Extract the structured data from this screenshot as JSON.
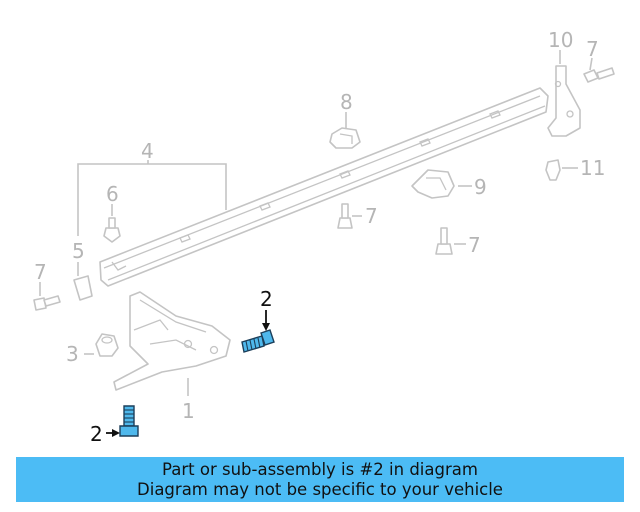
{
  "diagram": {
    "callouts": [
      {
        "id": "c10",
        "text": "10",
        "highlighted": false
      },
      {
        "id": "c7a",
        "text": "7",
        "highlighted": false
      },
      {
        "id": "c8",
        "text": "8",
        "highlighted": false
      },
      {
        "id": "c4",
        "text": "4",
        "highlighted": false
      },
      {
        "id": "c6",
        "text": "6",
        "highlighted": false
      },
      {
        "id": "c11",
        "text": "11",
        "highlighted": false
      },
      {
        "id": "c9",
        "text": "9",
        "highlighted": false
      },
      {
        "id": "c7b",
        "text": "7",
        "highlighted": false
      },
      {
        "id": "c5",
        "text": "5",
        "highlighted": false
      },
      {
        "id": "c7c",
        "text": "7",
        "highlighted": false
      },
      {
        "id": "c7d",
        "text": "7",
        "highlighted": false
      },
      {
        "id": "c2a",
        "text": "2",
        "highlighted": true
      },
      {
        "id": "c3",
        "text": "3",
        "highlighted": false
      },
      {
        "id": "c1",
        "text": "1",
        "highlighted": false
      },
      {
        "id": "c2b",
        "text": "2",
        "highlighted": true
      }
    ],
    "highlight_color": "#4fb8ec"
  },
  "banner": {
    "line1": "Part or sub-assembly is #2 in diagram",
    "line2": "Diagram may not be specific to your vehicle",
    "background": "#4cbcf5"
  }
}
